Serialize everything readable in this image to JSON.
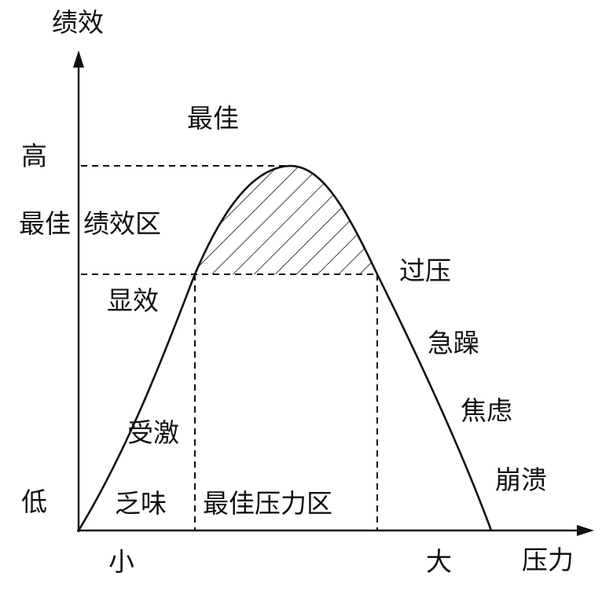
{
  "axes": {
    "y_title": "绩效",
    "x_title": "压力",
    "y_high": "高",
    "y_low": "低",
    "x_small": "小",
    "x_large": "大"
  },
  "zones": {
    "peak": "最佳",
    "best_performance_a": "最佳",
    "best_performance_b": "绩效区",
    "best_pressure": "最佳压力区"
  },
  "stages_left": [
    "乏味",
    "受激",
    "显效"
  ],
  "stages_right": [
    "过压",
    "急躁",
    "焦虑",
    "崩溃"
  ],
  "colors": {
    "ink": "#111111",
    "background": "#ffffff"
  }
}
